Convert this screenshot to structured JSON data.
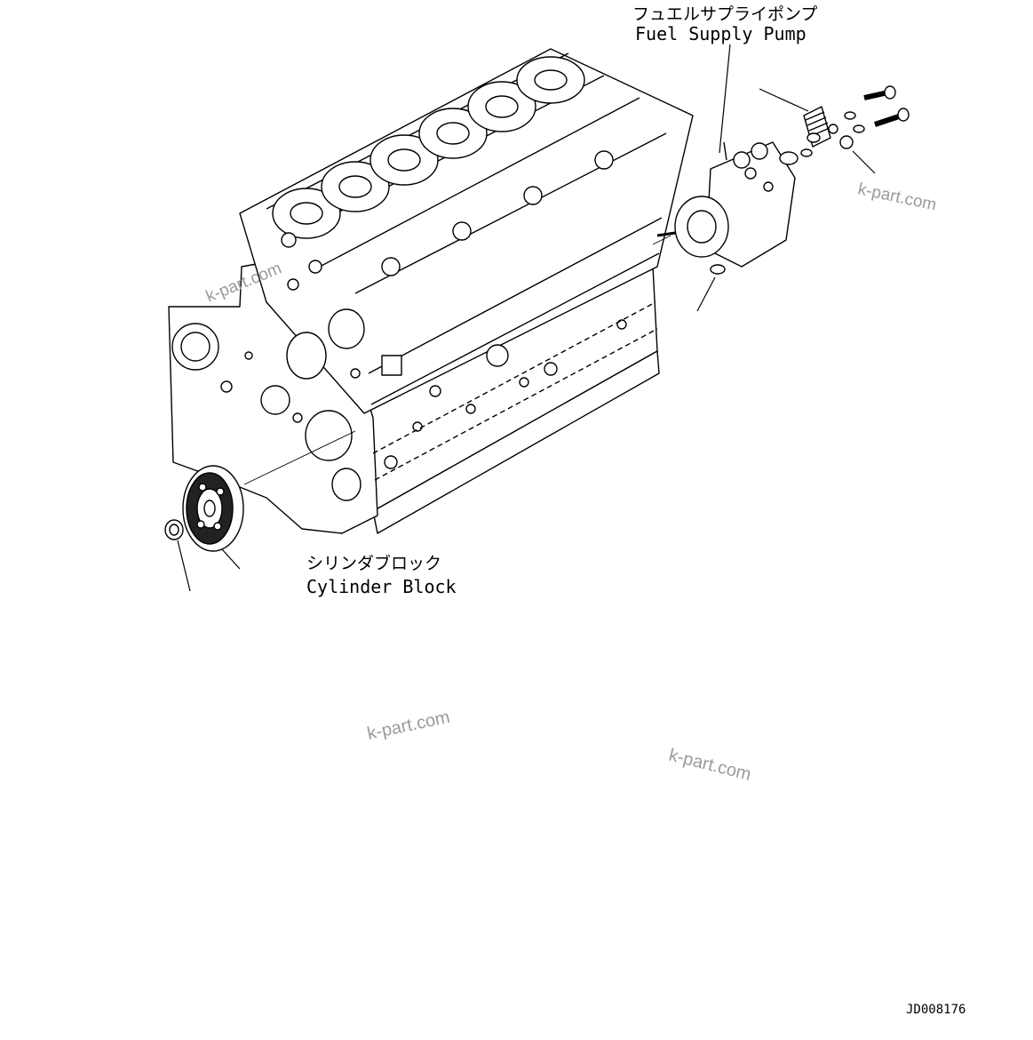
{
  "callouts": {
    "fuel_pump": {
      "jp": "フュエルサプライポンプ",
      "en": "Fuel Supply Pump"
    },
    "cylinder_block": {
      "jp": "シリンダブロック",
      "en": "Cylinder Block"
    }
  },
  "watermarks": [
    "k-part.com",
    "k-part.com",
    "k-part.com",
    "k-part.com"
  ],
  "drawing_id": "JD008176"
}
